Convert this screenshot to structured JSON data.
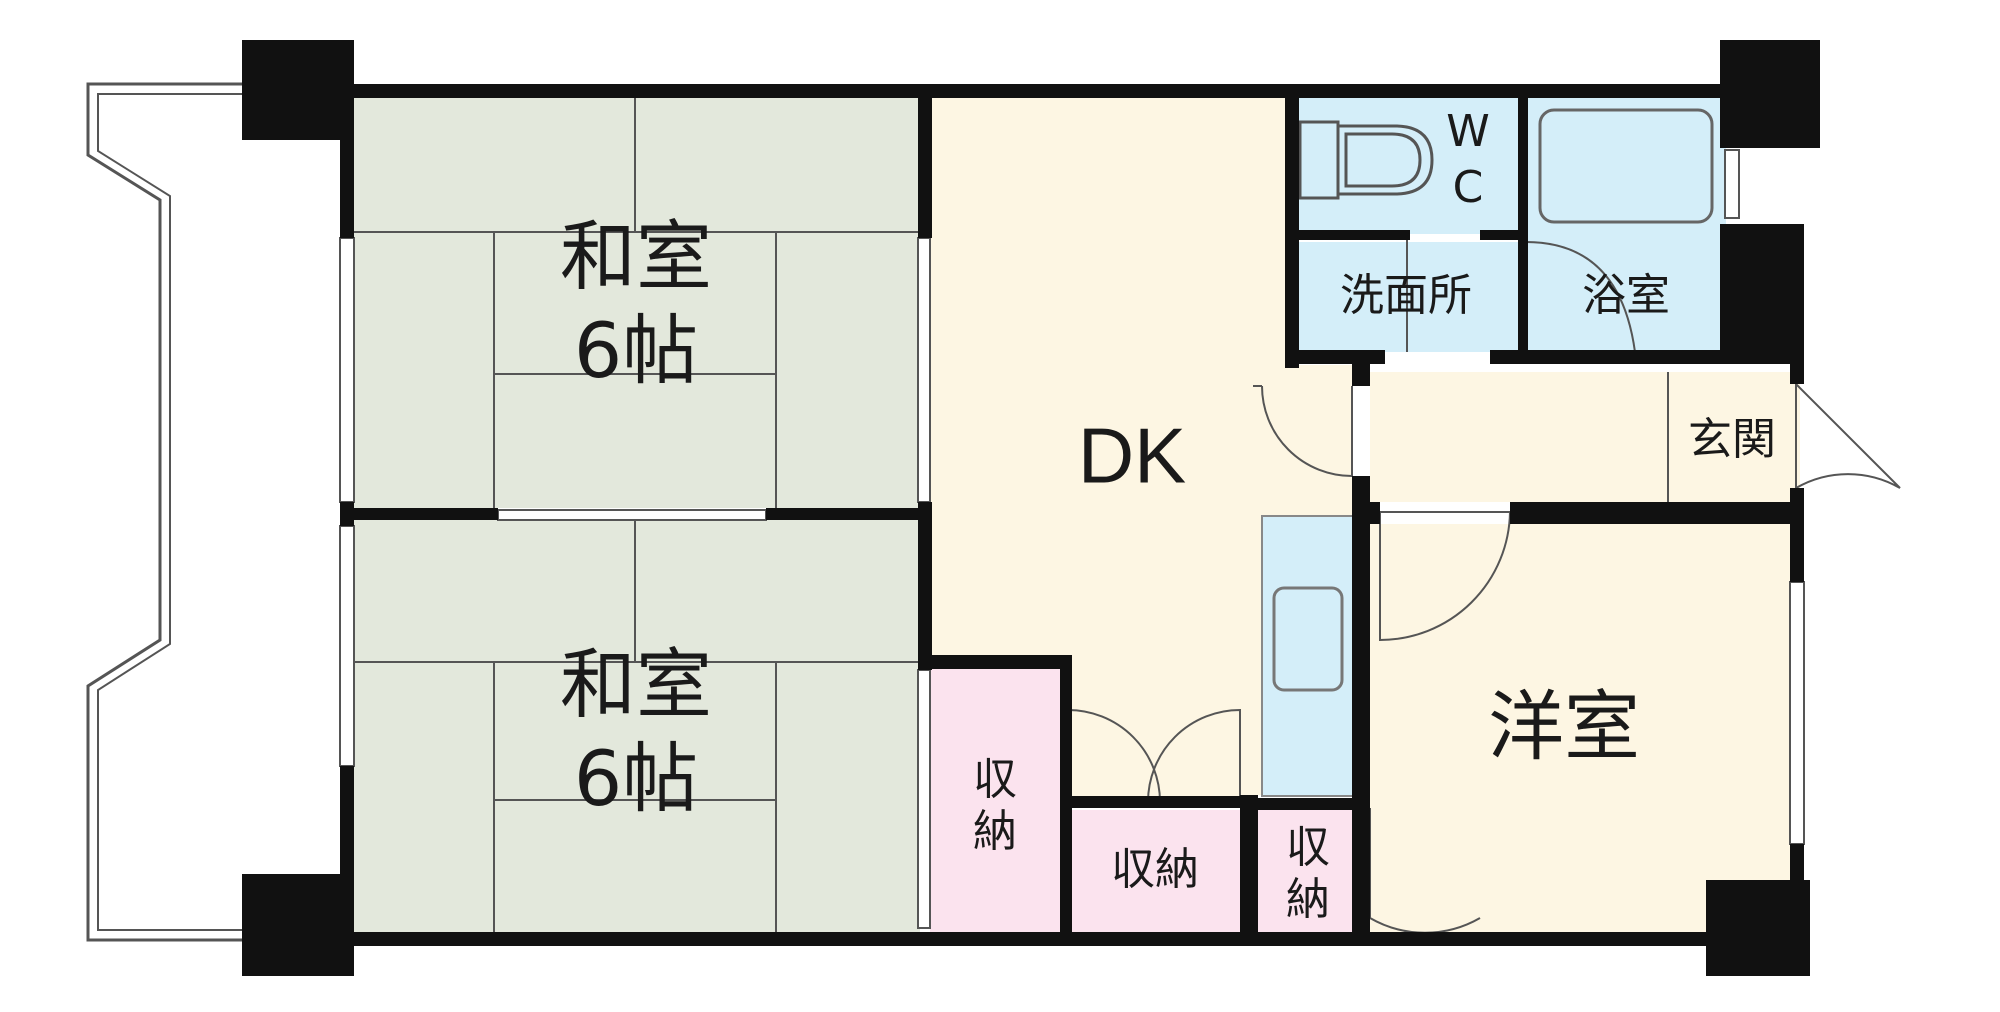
{
  "rooms": {
    "washitsu_top": {
      "name": "和室",
      "size": "6帖"
    },
    "washitsu_bottom": {
      "name": "和室",
      "size": "6帖"
    },
    "dk": {
      "name": "DK"
    },
    "wc": {
      "line1": "W",
      "line2": "C"
    },
    "senmenjo": {
      "name": "洗面所"
    },
    "yokushitsu": {
      "name": "浴室"
    },
    "genkan": {
      "name": "玄関"
    },
    "yoshitsu": {
      "name": "洋室"
    },
    "shuno_left": {
      "line1": "収",
      "line2": "納"
    },
    "shuno_mid": {
      "name": "収納"
    },
    "shuno_right": {
      "line1": "収",
      "line2": "納"
    }
  },
  "colors": {
    "tatami": "#e3e8dc",
    "dk_floor": "#fdf6e3",
    "wet_area": "#d4eef9",
    "storage": "#fbe3ee",
    "wall": "#111111",
    "line": "#555555"
  }
}
